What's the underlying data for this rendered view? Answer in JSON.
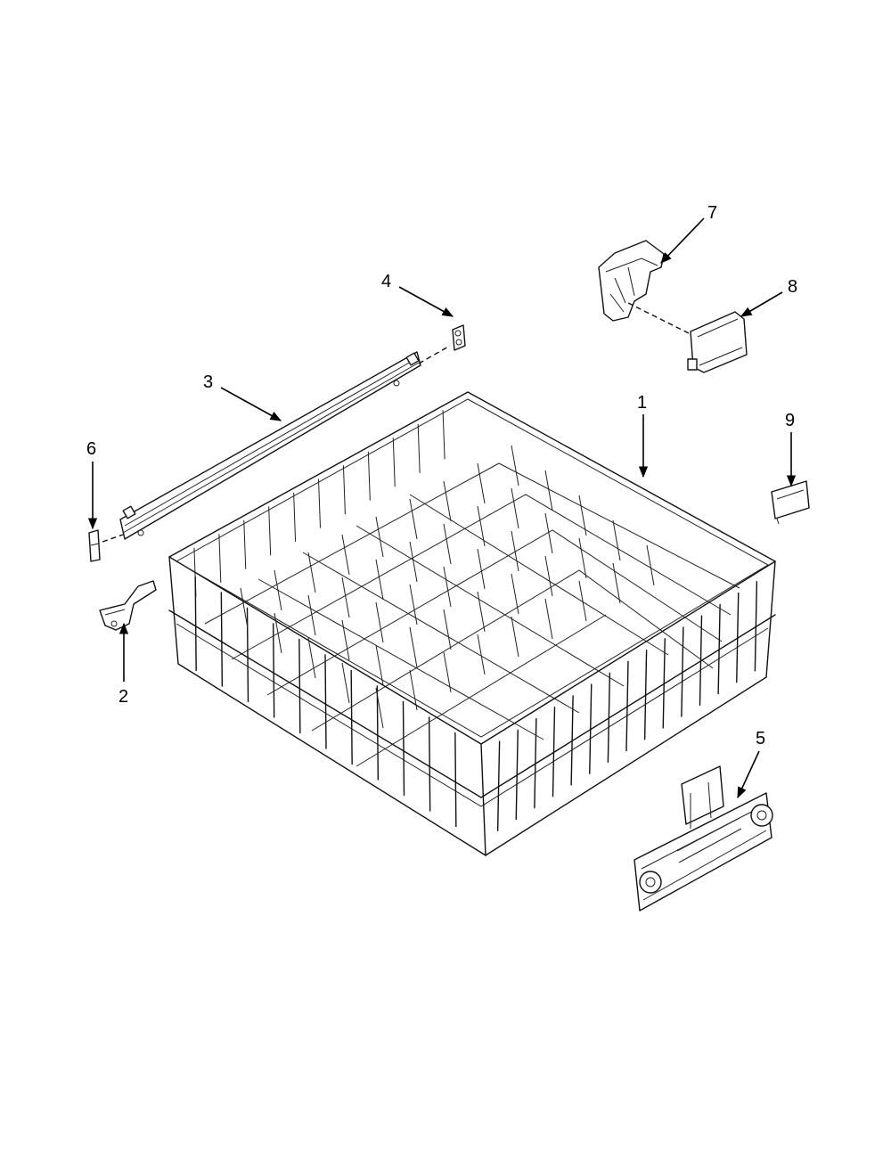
{
  "diagram": {
    "callouts": [
      {
        "id": "1",
        "label": "1"
      },
      {
        "id": "2",
        "label": "2"
      },
      {
        "id": "3",
        "label": "3"
      },
      {
        "id": "4",
        "label": "4"
      },
      {
        "id": "5",
        "label": "5"
      },
      {
        "id": "6",
        "label": "6"
      },
      {
        "id": "7",
        "label": "7"
      },
      {
        "id": "8",
        "label": "8"
      },
      {
        "id": "9",
        "label": "9"
      }
    ],
    "colors": {
      "line": "#111111",
      "background": "#ffffff"
    }
  }
}
